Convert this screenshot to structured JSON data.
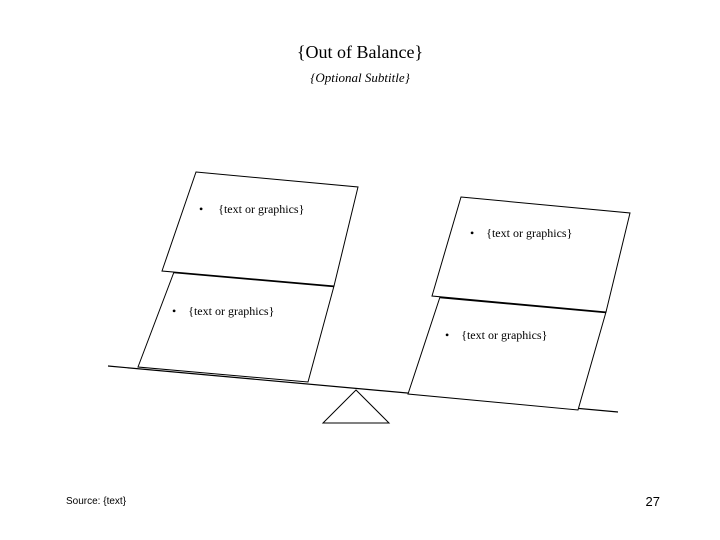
{
  "slide": {
    "title": "{Out of Balance}",
    "subtitle": "{Optional Subtitle}",
    "boxes": [
      {
        "bullet": "•",
        "text": "{text or graphics}"
      },
      {
        "bullet": "•",
        "text": "{text or graphics}"
      },
      {
        "bullet": "•",
        "text": "{text or graphics}"
      },
      {
        "bullet": "•",
        "text": "{text or graphics}"
      }
    ],
    "source": "Source: {text}",
    "page_number": "27"
  }
}
